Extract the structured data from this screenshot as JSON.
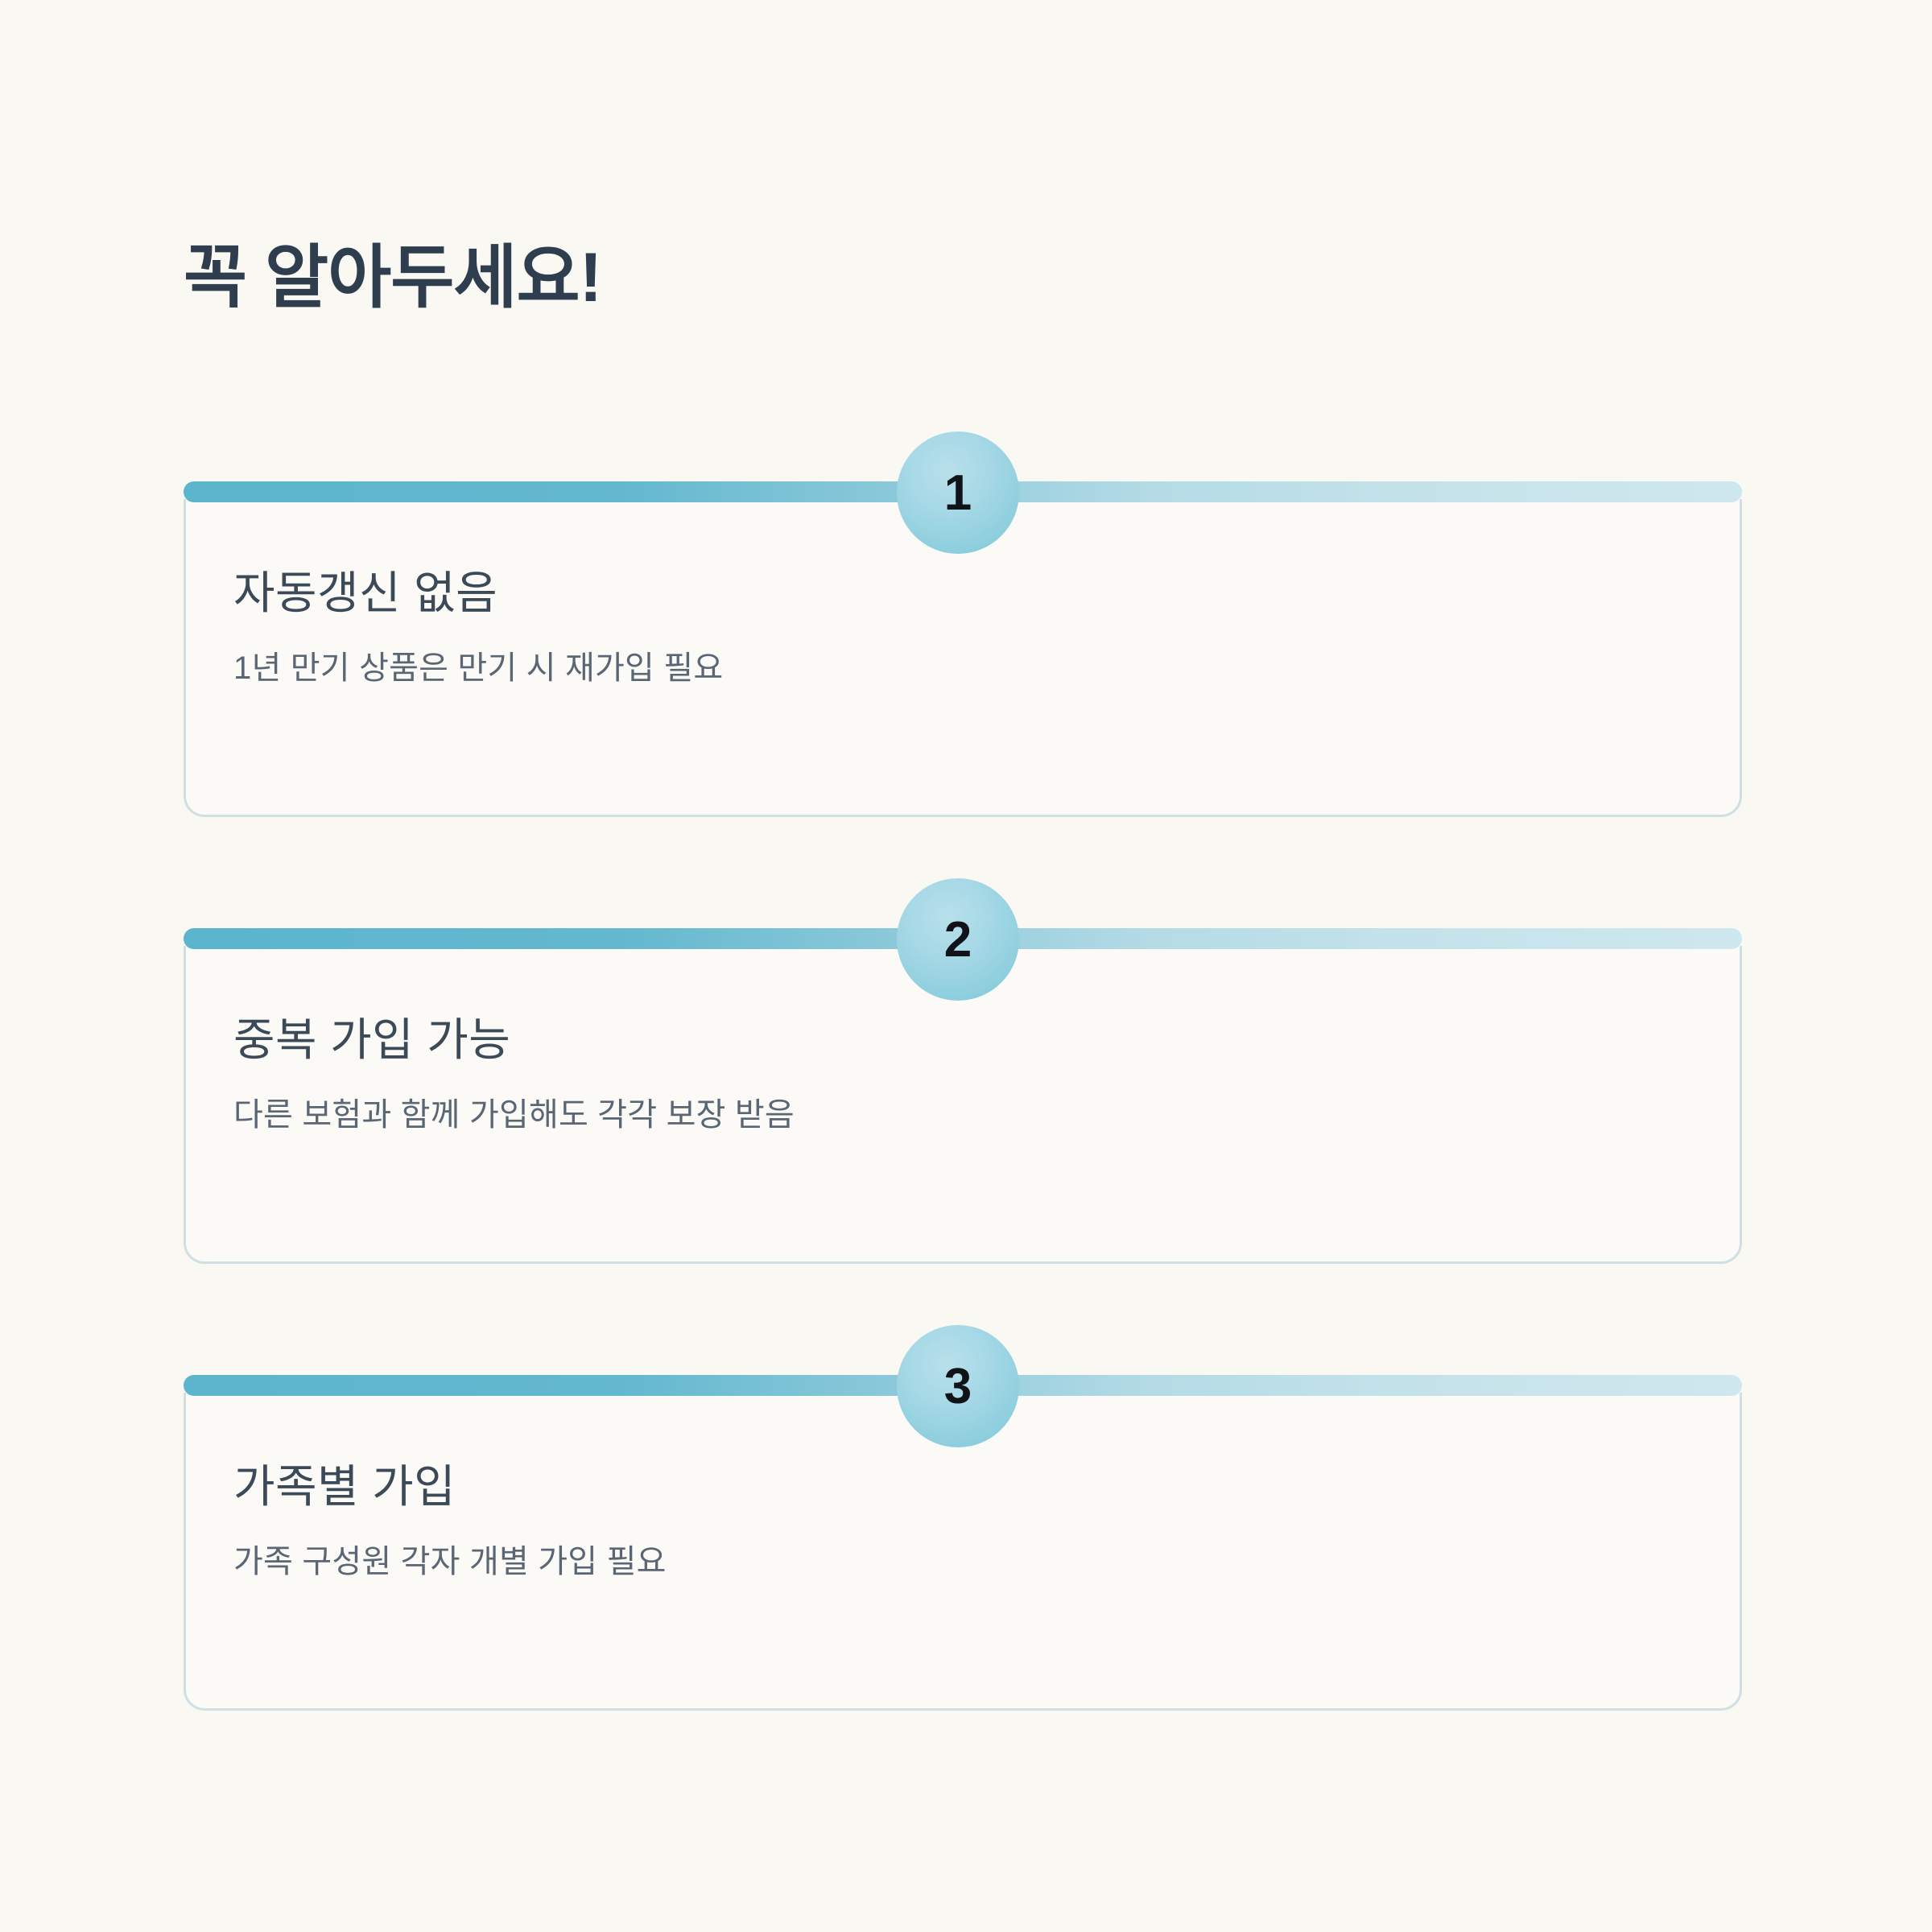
{
  "background_color": "#faf8f3",
  "accent_color": "#5cb4cd",
  "accent_light_color": "#cfe7ee",
  "badge_color": "#a6d8e6",
  "heading_text_color": "#2e3e4e",
  "header": {
    "title": "꼭 알아두세요!"
  },
  "cards": [
    {
      "number": "1",
      "heading": "자동갱신 없음",
      "description": "1년 만기 상품은 만기 시 재가입 필요"
    },
    {
      "number": "2",
      "heading": "중복 가입 가능",
      "description": "다른 보험과 함께 가입해도 각각 보장 받음"
    },
    {
      "number": "3",
      "heading": "가족별 가입",
      "description": "가족 구성원 각자 개별 가입 필요"
    }
  ]
}
